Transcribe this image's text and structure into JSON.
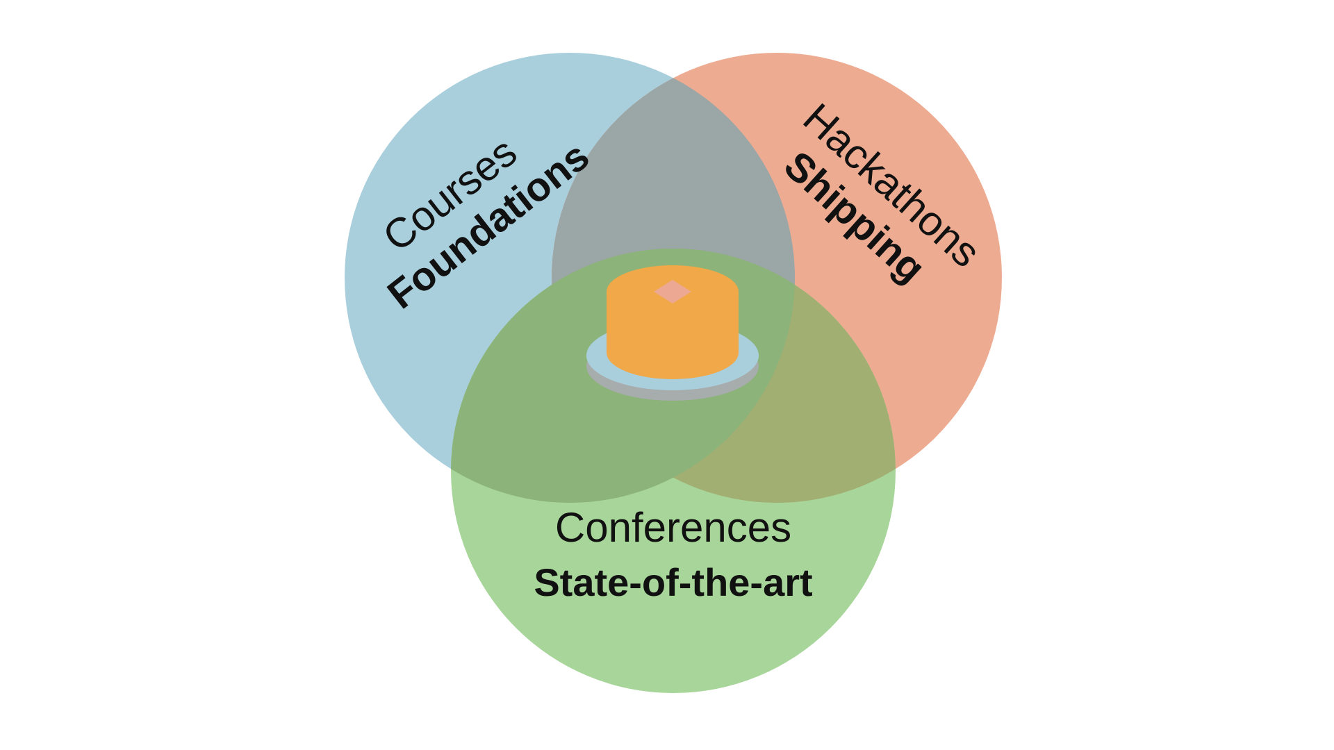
{
  "circles": {
    "courses": {
      "name": "Courses",
      "subtitle": "Foundations",
      "color": "#a9cfdd"
    },
    "hackathons": {
      "name": "Hackathons",
      "subtitle": "Shipping",
      "color": "#edac92"
    },
    "conferences": {
      "name": "Conferences",
      "subtitle": "State-of-the-art",
      "color": "#a8d59a"
    }
  },
  "overlap_colors": {
    "courses_hackathons": "#9ba6a7",
    "courses_conferences": "#8bb37a",
    "hackathons_conferences": "#a2af73"
  },
  "center_icon": {
    "name": "cake-on-plate-icon",
    "cake_color": "#f0a848",
    "top_mark_color": "#eda894",
    "plate_color": "#a9cfdd",
    "plate_shadow_color": "#a7acac"
  }
}
